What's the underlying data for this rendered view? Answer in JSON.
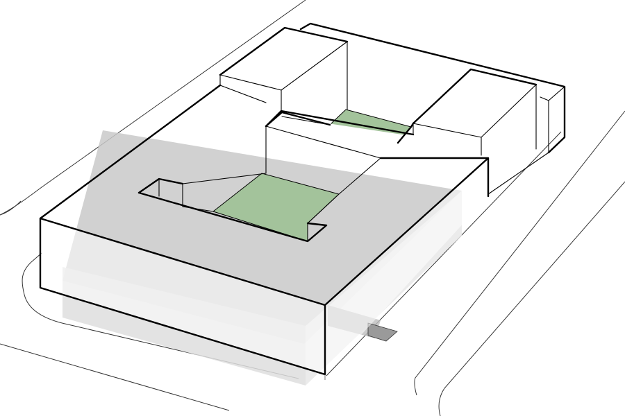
{
  "colors": {
    "background": "#ffffff",
    "building_face": "#ffffff",
    "courtyard_green": "#a3c39b",
    "underground_top": "#c9c9c9",
    "underground_side": "#dedede",
    "underground_end": "#e8e8e8",
    "ramp": "#9a9a9a",
    "ramp_band": "#bdbdbd",
    "line": "#000000",
    "site_line": "#333333"
  },
  "elements": {
    "site": "site-context",
    "building": "building-massing",
    "underground": "underground-volume",
    "courtyards": "courtyard-gardens",
    "ramp": "parking-ramp"
  }
}
